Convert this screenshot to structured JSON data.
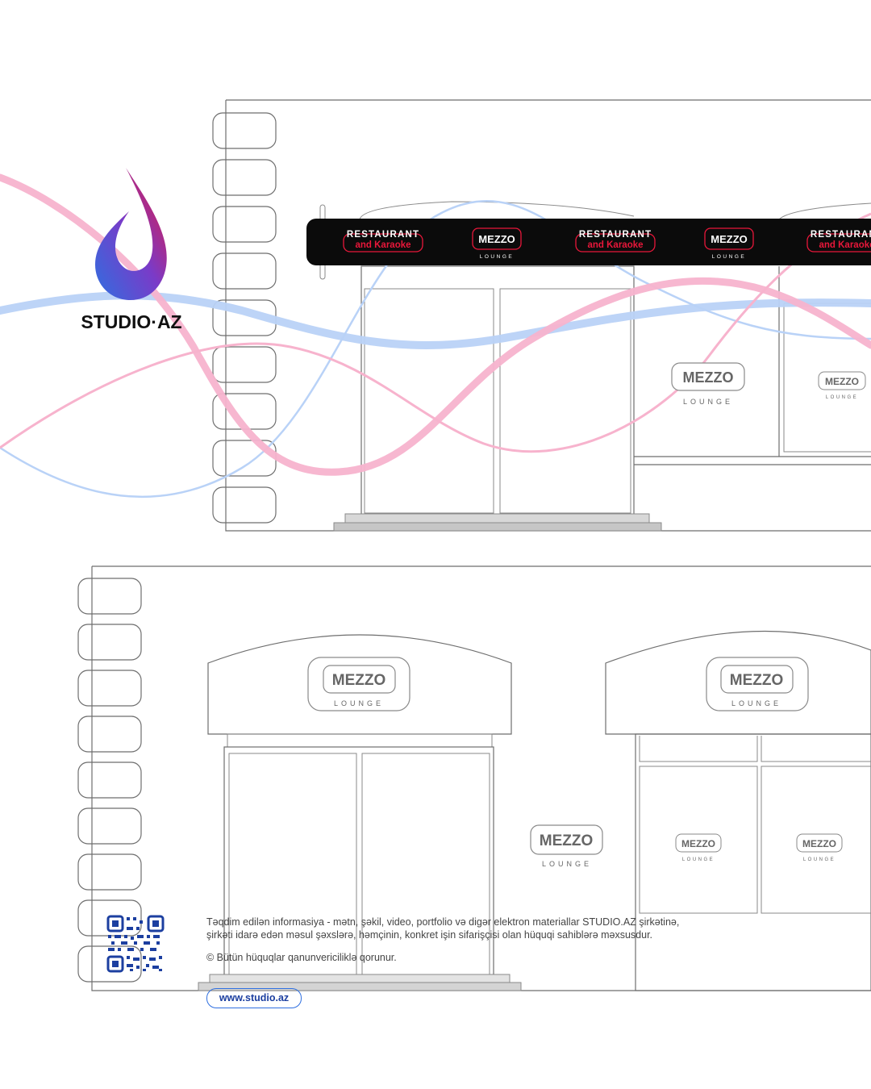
{
  "brand": {
    "name": "STUDIO·AZ",
    "logo_icon": "flame-drop-icon",
    "colors": {
      "red": "#e8173a",
      "blue": "#2f6fe0",
      "purple": "#7a3bc8",
      "pink_wave": "#f7b3cd",
      "blue_wave": "#b9d2f7"
    }
  },
  "facade_top": {
    "signboard": {
      "restaurant_label": "RESTAURANT",
      "karaoke_label": "and Karaoke",
      "mezzo_label": "MEZZO",
      "lounge_label": "LOUNGE"
    },
    "window_logo": {
      "mezzo_label": "MEZZO",
      "lounge_label": "LOUNGE"
    }
  },
  "facade_bottom": {
    "awning_logo": {
      "mezzo_label": "MEZZO",
      "lounge_label": "LOUNGE"
    },
    "wall_logo": {
      "mezzo_label": "MEZZO",
      "lounge_label": "LOUNGE"
    },
    "window_logo": {
      "mezzo_label": "MEZZO",
      "lounge_label": "LOUNGE"
    }
  },
  "footer": {
    "qr_icon": "qr-code-icon",
    "disclaimer_line1": "Təqdim edilən informasiya - mətn, şəkil, video, portfolio və digər elektron materiallar STUDIO.AZ şirkətinə,",
    "disclaimer_line2": "şirkəti idarə edən məsul şəxslərə, həmçinin, konkret işin sifarişçisi olan hüquqi sahiblərə məxsusdur.",
    "copyright": "© Bütün hüquqlar qanunvericiliklə qorunur.",
    "website": "www.studio.az"
  }
}
